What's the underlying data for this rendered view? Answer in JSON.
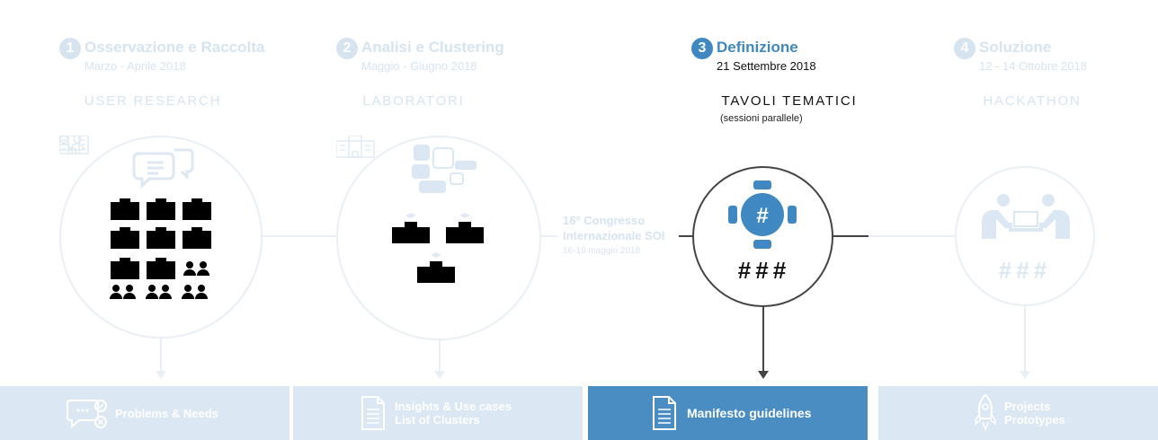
{
  "phases": [
    {
      "number": "1",
      "title": "Osservazione e Raccolta",
      "date": "Marzo - Aprile 2018",
      "label": "USER RESEARCH",
      "output": {
        "lines": [
          "Problems & Needs"
        ],
        "icon": "chat-bubble-check-icon"
      }
    },
    {
      "number": "2",
      "title": "Analisi e Clustering",
      "date": "Maggio - Giugno 2018",
      "label": "LABORATORI",
      "output": {
        "lines": [
          "Insights & Use cases",
          "List of Clusters"
        ],
        "icon": "document-icon"
      }
    },
    {
      "number": "3",
      "title": "Definizione",
      "date": "21 Settembre 2018",
      "label": "TAVOLI TEMATICI",
      "sublabel": "(sessioni parallele)",
      "hashes": "###",
      "output": {
        "lines": [
          "Manifesto guidelines"
        ],
        "icon": "document-icon"
      }
    },
    {
      "number": "4",
      "title": "Soluzione",
      "date": "12 - 14 Ottobre 2018",
      "label": "HACKATHON",
      "hashes": "###",
      "output": {
        "lines": [
          "Projects",
          "Prototypes"
        ],
        "icon": "rocket-icon"
      }
    }
  ],
  "congress": {
    "lines": [
      "16° Congresso",
      "Internazionale SOI"
    ],
    "date": "16-19 maggio 2018"
  },
  "colors": {
    "accent": "#3f88c1",
    "faded": "#d6e4f0",
    "output_box": "#dbe7f2",
    "output_box_active": "#4a8dc3"
  }
}
